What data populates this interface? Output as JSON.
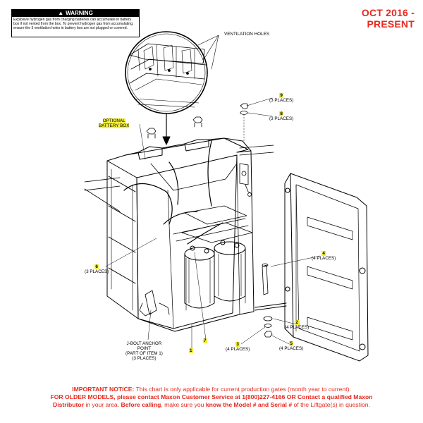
{
  "header": {
    "date_range": "OCT 2016 - PRESENT"
  },
  "warning": {
    "title": "WARNING",
    "icon": "warning-triangle-icon",
    "text": "Explosive hydrogen gas from charging batteries can accumulate in battery box if not vented from the box. To prevent hydrogen gas from accumulating, ensure the 3 ventilation holes in battery box are not plugged or covered."
  },
  "callouts": {
    "ventilation_holes": "VENTILATION HOLES",
    "optional_battery_box_1": "OPTIONAL",
    "optional_battery_box_2": "BATTERY BOX",
    "item9_num": "9",
    "item9_qty": "(3 PLACES)",
    "item8_num": "8",
    "item8_qty": "(3 PLACES)",
    "item6_num": "6",
    "item6_qty": "(3 PLACES)",
    "item4_num": "4",
    "item4_qty": "(4 PLACES)",
    "item2_num": "2",
    "item2_qty": "(4 PLACES)",
    "item3_num": "3",
    "item3_qty": "(4 PLACES)",
    "item5_num": "5",
    "item5_qty": "(4 PLACES)",
    "item7_num": "7",
    "item1_num": "1",
    "jbolt_1": "J-BOLT ANCHOR",
    "jbolt_2": "POINT",
    "jbolt_3": "(PART OF ITEM 1)",
    "jbolt_4": "(3 PLACES)"
  },
  "notice": {
    "l1_bold": "IMPORTANT NOTICE:",
    "l1_rest": " This chart is only applicable for current production gates (month year to current).",
    "l2_bold": "FOR OLDER MODELS, please contact Maxon Customer Service at 1(800)227-4166 OR Contact a qualified Maxon",
    "l3_bold1": "Distributor",
    "l3_mid1": " in your area. ",
    "l3_bold2": "Before calling",
    "l3_mid2": ", make sure you ",
    "l3_bold3": "know the Model # and Serial #",
    "l3_end": " of the Liftgate(s) in question."
  },
  "colors": {
    "accent_red": "#e8281e",
    "highlight_yellow": "#f3ee3a"
  }
}
